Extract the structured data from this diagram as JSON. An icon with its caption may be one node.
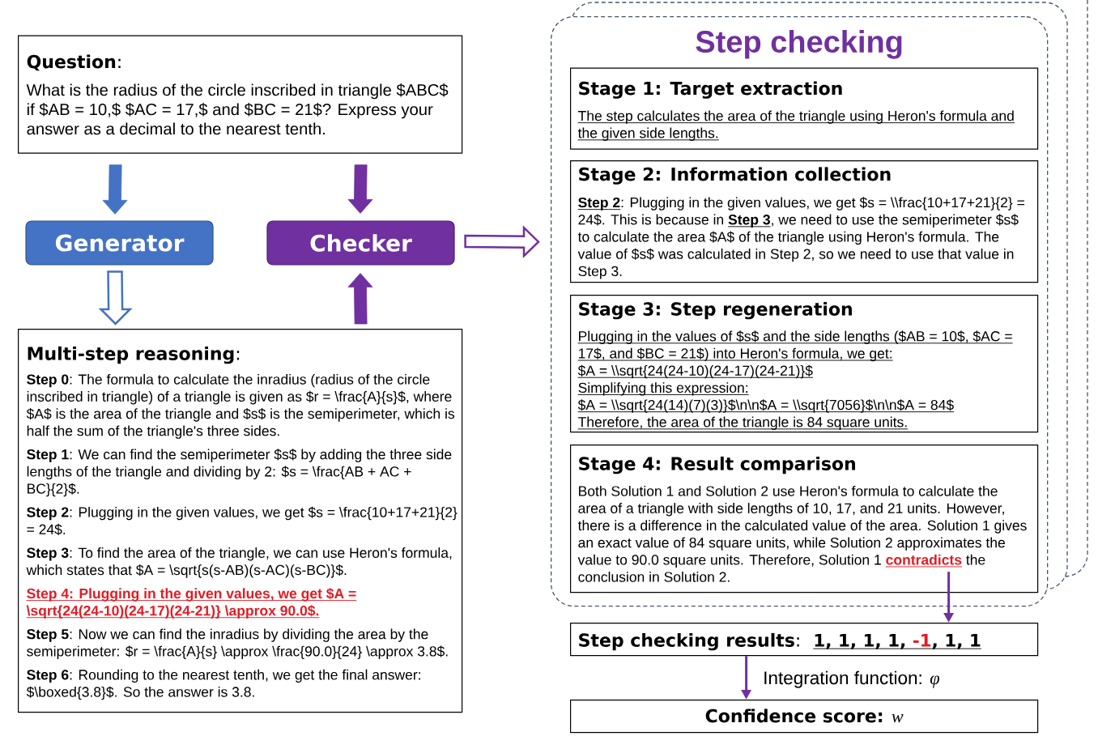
{
  "diagram": {
    "nodes": [
      {
        "text": [
          "**Question**:",
          "What is the radius of the circle inscribed in triangle $ABC$ if $AB = 10,$ $AC = 17,$ and $BC = 21$? Express your answer as a decimal to the nearest tenth."
        ]
      },
      {
        "text": [
          "Generator"
        ]
      },
      {
        "text": [
          "Checker"
        ]
      },
      {
        "text": [
          "**Multi-step reasoning**:",
          "**Step 0**: The formula to calculate the inradius (radius of the circle inscribed in triangle) of a triangle is given as $r = \\frac{A}{s}$, where $A$ is the area of the triangle and $s$ is the semiperimeter, which is half the sum of the triangle's three sides.",
          "**Step 1**: We can find the semiperimeter $s$ by adding the three side lengths of the triangle and dividing by 2: $s = \\frac{AB + AC + BC}{2}$.",
          "**Step 2**: Plugging in the given values, we get $s = \\frac{10+17+21}{2} = 24$.",
          "**Step 3**: To find the area of the triangle, we can use Heron's formula, which states that $A = \\sqrt{s(s-AB)(s-AC)(s-BC)}$.",
          "Step 4: Plugging in the given values, we get $A = \\sqrt{24(24-10)(24-17)(24-21)} \\approx 90.0$.",
          "**Step 5**: Now we can find the inradius by dividing the area by the semiperimeter: $r = \\frac{A}{s} \\approx \\frac{90.0}{24} \\approx 3.8$.",
          "**Step 6**: Rounding to the nearest tenth, we get the final answer: $\\boxed{3.8}$. So the answer is 3.8."
        ]
      },
      {
        "text": [
          "Step checking"
        ]
      },
      {
        "text": [
          "Stage 1: Target extraction",
          "The step calculates the area of the triangle using Heron's formula and the given side lengths."
        ],
        "in": 4
      },
      {
        "text": [
          "Stage 2: Information collection",
          "**Step 2**: Plugging in the given values, we get $s = \\\\frac{10+17+21}{2} = 24$. This is because in **Step 3**, we need to use the semiperimeter $s$ to calculate the area $A$ of the triangle using Heron's formula. The value of $s$ was calculated in Step 2, so we need to use that value in Step 3."
        ],
        "in": 4
      },
      {
        "text": [
          "Stage 3: Step regeneration",
          "Plugging in the values of $s$ and the side lengths ($AB = 10$, $AC = 17$, and $BC = 21$) into Heron's formula, we get:",
          "$A = \\\\sqrt{24(24-10)(24-17)(24-21)}$",
          "Simplifying this expression:",
          "$A = \\\\sqrt{24(14)(7)(3)}$\\n\\n$A = \\\\sqrt{7056}$\\n\\n$A = 84$",
          "Therefore, the area of the triangle is 84 square units."
        ],
        "in": 4
      },
      {
        "text": [
          "Stage 4: Result comparison",
          "Both Solution 1 and Solution 2 use Heron's formula to calculate the area of a triangle with side lengths of 10, 17, and 21 units. However, there is a difference in the calculated value of the area. Solution 1 gives an exact value of 84 square units, while Solution 2 approximates the value to 90.0 square units. Therefore, Solution 1 **contradicts** the conclusion in Solution 2."
        ],
        "in": 4
      },
      {
        "text": [
          "**Step checking results**:",
          "1, 1, 1, 1, **-1**, 1, 1"
        ]
      },
      {
        "text": [
          "**Confidence score:** *w*"
        ]
      }
    ],
    "edges": [
      {
        "from": 0,
        "to": 1,
        "arrow": "to",
        "style": "thick",
        "color": "#4472c4"
      },
      {
        "from": 0,
        "to": 2,
        "arrow": "to",
        "style": "thick"
      },
      {
        "from": 1,
        "to": 3,
        "arrow": "to",
        "style": "thick",
        "color": "#4472c4"
      },
      {
        "from": 3,
        "to": 2,
        "arrow": "to",
        "style": "thick"
      },
      {
        "from": 2,
        "to": 4,
        "arrow": "to",
        "style": "thick"
      },
      {
        "from": 8,
        "to": 9,
        "arrow": "to"
      },
      {
        "from": 9,
        "to": 10,
        "arrow": "to",
        "label": "Integration function: *φ*"
      }
    ]
  }
}
